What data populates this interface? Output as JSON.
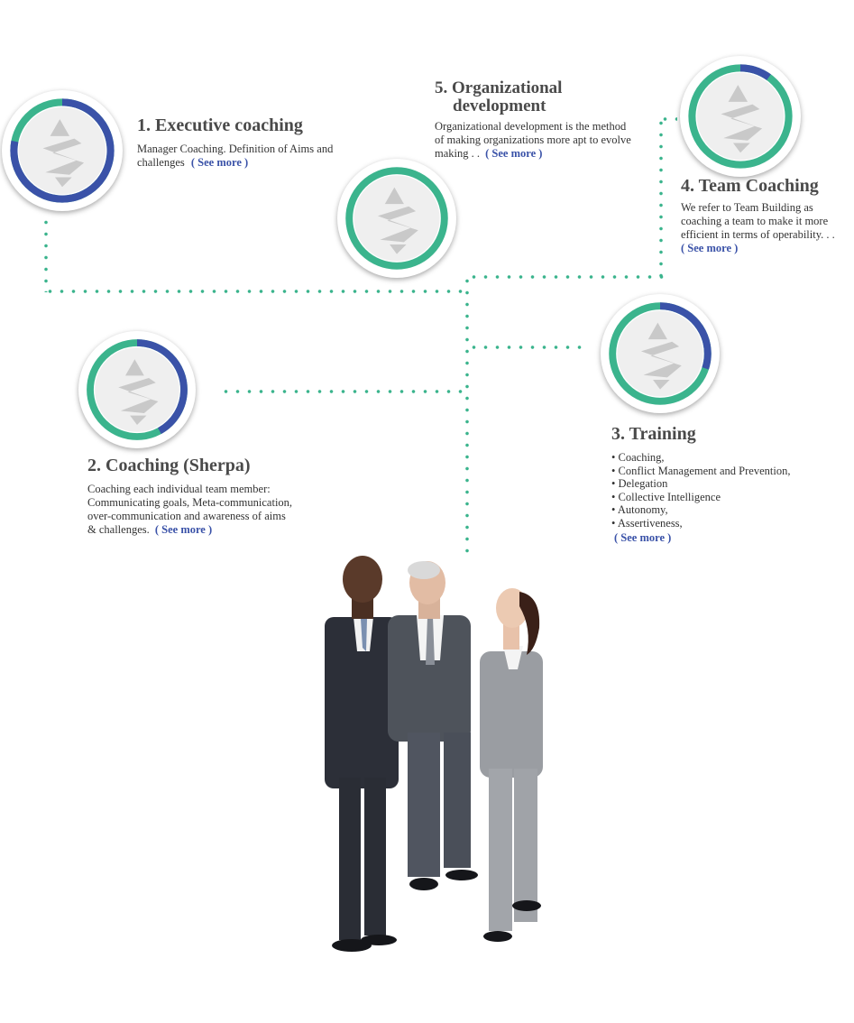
{
  "colors": {
    "accent_green": "#3bb48d",
    "accent_blue": "#3a52a8",
    "badge_bg": "#efefef",
    "logo_gray": "#c9c9c9"
  },
  "badges": [
    {
      "icon": "sherpa-logo-icon",
      "blue_fraction": 0.78
    },
    {
      "icon": "sherpa-logo-icon",
      "blue_fraction": 0.42
    },
    {
      "icon": "sherpa-logo-icon",
      "blue_fraction": 0.3
    },
    {
      "icon": "sherpa-logo-icon",
      "blue_fraction": 0.1
    },
    {
      "icon": "sherpa-logo-icon",
      "blue_fraction": 0.0
    }
  ],
  "items": [
    {
      "title": "1. Executive coaching",
      "desc": "Manager Coaching. Definition of Aims and challenges",
      "see_more": "( See more )"
    },
    {
      "title": "2. Coaching (Sherpa)",
      "desc": "Coaching each individual team member: Communicating goals, Meta-communication, over-communication and awareness of aims & challenges.",
      "see_more": "( See more )"
    },
    {
      "title": "3.  Training",
      "bullets": [
        "Coaching,",
        "Conflict Management and Prevention,",
        "Delegation",
        "Collective Intelligence",
        "Autonomy,",
        "Assertiveness,"
      ],
      "see_more": "( See more )"
    },
    {
      "title": "4. Team Coaching",
      "desc": "We refer to Team Building as coaching a team to make it more efficient in terms of operability. . .",
      "see_more": "( See more )"
    },
    {
      "title_line1": "5. Organizational",
      "title_line2": "development",
      "desc": "Organizational development is the method of making organizations more apt to evolve making  . .",
      "see_more": "( See more )"
    }
  ]
}
